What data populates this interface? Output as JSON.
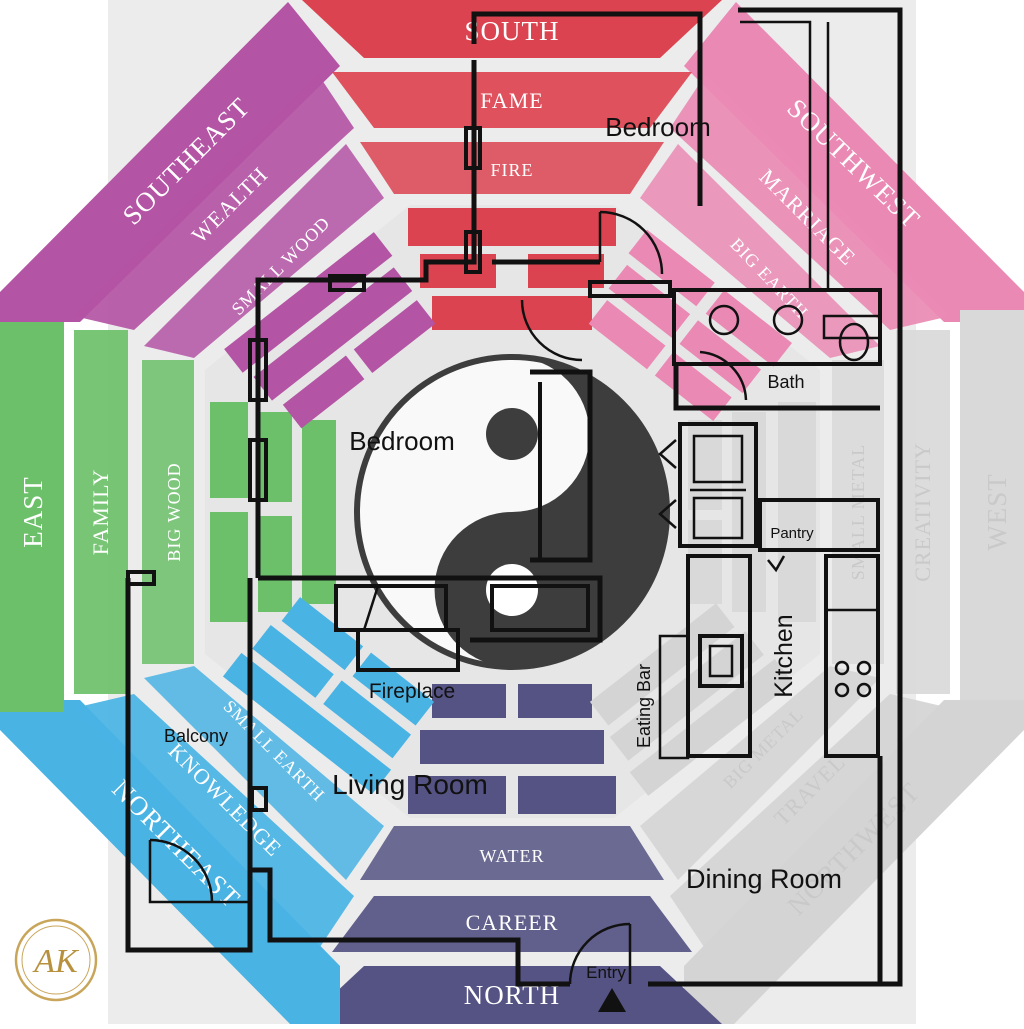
{
  "directions": {
    "south": "SOUTH",
    "southwest": "SOUTHWEST",
    "west": "WEST",
    "northwest": "NORTHWEST",
    "north": "NORTH",
    "northeast": "NORTHEAST",
    "east": "EAST",
    "southeast": "SOUTHEAST"
  },
  "areas": {
    "south": "FAME",
    "southwest": "MARRIAGE",
    "west": "CREATIVITY",
    "northwest": "TRAVEL",
    "north": "CAREER",
    "northeast": "KNOWLEDGE",
    "east": "FAMILY",
    "southeast": "WEALTH"
  },
  "elements": {
    "south": "FIRE",
    "southwest": "BIG EARTH",
    "west": "SMALL METAL",
    "northwest": "BIG METAL",
    "north": "WATER",
    "northeast": "SMALL EARTH",
    "east": "BIG WOOD",
    "southeast": "SMALL WOOD"
  },
  "rooms": {
    "bedroom_top": "Bedroom",
    "bedroom_main": "Bedroom",
    "bath": "Bath",
    "pantry": "Pantry",
    "kitchen": "Kitchen",
    "eating_bar": "Eating Bar",
    "fireplace": "Fireplace",
    "balcony": "Balcony",
    "living_room": "Living Room",
    "dining_room": "Dining Room",
    "entry": "Entry"
  },
  "colors": {
    "south": "#dc4350",
    "southwest": "#ea8ab4",
    "west": "#d9d9d9",
    "northwest": "#d4d4d4",
    "north": "#555383",
    "northeast": "#49b3e4",
    "east": "#6cc06a",
    "southeast": "#b454a4",
    "center": "#e6e6e6",
    "yin_yang": "#3d3d3d"
  },
  "logo": {
    "monogram": "AK"
  }
}
